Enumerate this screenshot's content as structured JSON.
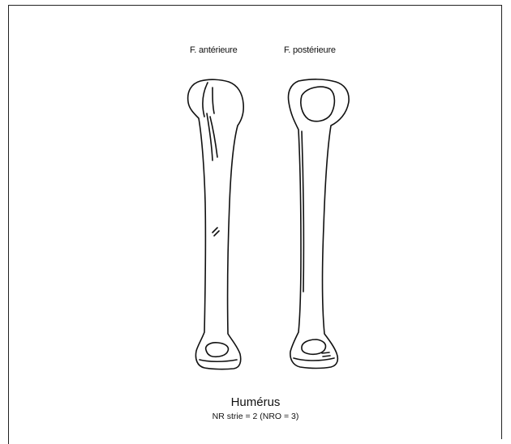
{
  "figure": {
    "views": [
      {
        "label": "F. antérieure"
      },
      {
        "label": "F. postérieure"
      }
    ],
    "title": "Humérus",
    "subtitle": "NR strie = 2 (NRO = 3)"
  }
}
